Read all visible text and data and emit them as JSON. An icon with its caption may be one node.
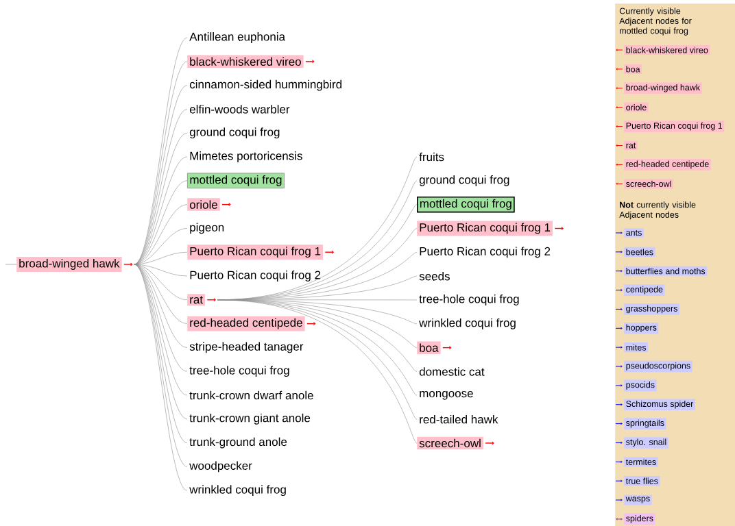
{
  "diagram": {
    "nodes": [
      {
        "text": [
          "broad-winged hawk"
        ]
      },
      {
        "text": [
          "Antillean euphonia"
        ]
      },
      {
        "text": [
          "black-whiskered vireo"
        ]
      },
      {
        "text": [
          "cinnamon-sided hummingbird"
        ]
      },
      {
        "text": [
          "elfin-woods warbler"
        ]
      },
      {
        "text": [
          "ground coqui frog"
        ]
      },
      {
        "text": [
          "Mimetes portoricensis"
        ]
      },
      {
        "text": [
          "mottled coqui frog"
        ]
      },
      {
        "text": [
          "oriole"
        ]
      },
      {
        "text": [
          "pigeon"
        ]
      },
      {
        "text": [
          "Puerto Rican coqui frog 1"
        ]
      },
      {
        "text": [
          "Puerto Rican coqui frog 2"
        ]
      },
      {
        "text": [
          "rat"
        ]
      },
      {
        "text": [
          "red-headed centipede"
        ]
      },
      {
        "text": [
          "stripe-headed tanager"
        ]
      },
      {
        "text": [
          "tree-hole coqui frog"
        ]
      },
      {
        "text": [
          "trunk-crown dwarf anole"
        ]
      },
      {
        "text": [
          "trunk-crown giant anole"
        ]
      },
      {
        "text": [
          "trunk-ground anole"
        ]
      },
      {
        "text": [
          "woodpecker"
        ]
      },
      {
        "text": [
          "wrinkled coqui frog"
        ]
      },
      {
        "text": [
          "fruits"
        ]
      },
      {
        "text": [
          "ground coqui frog"
        ]
      },
      {
        "text": [
          "mottled coqui frog"
        ]
      },
      {
        "text": [
          "Puerto Rican coqui frog 1"
        ]
      },
      {
        "text": [
          "Puerto Rican coqui frog 2"
        ]
      },
      {
        "text": [
          "seeds"
        ]
      },
      {
        "text": [
          "tree-hole coqui frog"
        ]
      },
      {
        "text": [
          "wrinkled coqui frog"
        ]
      },
      {
        "text": [
          "boa"
        ]
      },
      {
        "text": [
          "domestic cat"
        ]
      },
      {
        "text": [
          "mongoose"
        ]
      },
      {
        "text": [
          "red-tailed hawk"
        ]
      },
      {
        "text": [
          "screech-owl"
        ]
      },
      {
        "text": [
          "Currently visible Adjacent nodes for mottled coqui frog",
          "**Not** currently visible Adjacent nodes"
        ]
      },
      {
        "text": [
          "black-whiskered vireo"
        ],
        "in": 34
      },
      {
        "text": [
          "boa"
        ],
        "in": 34
      },
      {
        "text": [
          "broad-winged hawk"
        ],
        "in": 34
      },
      {
        "text": [
          "oriole"
        ],
        "in": 34
      },
      {
        "text": [
          "Puerto Rican coqui frog 1"
        ],
        "in": 34
      },
      {
        "text": [
          "rat"
        ],
        "in": 34
      },
      {
        "text": [
          "red-headed centipede"
        ],
        "in": 34
      },
      {
        "text": [
          "screech-owl"
        ],
        "in": 34
      },
      {
        "text": [
          "ants"
        ],
        "in": 34
      },
      {
        "text": [
          "beetles"
        ],
        "in": 34
      },
      {
        "text": [
          "butterflies and moths"
        ],
        "in": 34
      },
      {
        "text": [
          "centipede"
        ],
        "in": 34
      },
      {
        "text": [
          "grasshoppers"
        ],
        "in": 34
      },
      {
        "text": [
          "hoppers"
        ],
        "in": 34
      },
      {
        "text": [
          "mites"
        ],
        "in": 34
      },
      {
        "text": [
          "pseudoscorpions"
        ],
        "in": 34
      },
      {
        "text": [
          "psocids"
        ],
        "in": 34
      },
      {
        "text": [
          "Schizomus spider"
        ],
        "in": 34
      },
      {
        "text": [
          "springtails"
        ],
        "in": 34
      },
      {
        "text": [
          "stylo. snail"
        ],
        "in": 34
      },
      {
        "text": [
          "termites"
        ],
        "in": 34
      },
      {
        "text": [
          "true flies"
        ],
        "in": 34
      },
      {
        "text": [
          "wasps"
        ],
        "in": 34
      },
      {
        "text": [
          "spiders"
        ],
        "in": 34
      }
    ],
    "edges": [
      {
        "from": null,
        "to": 0,
        "arrow": "none"
      },
      {
        "from": 0,
        "to": 1,
        "arrow": "none"
      },
      {
        "from": 0,
        "to": 2,
        "arrow": "none"
      },
      {
        "from": 0,
        "to": 3,
        "arrow": "none"
      },
      {
        "from": 0,
        "to": 4,
        "arrow": "none"
      },
      {
        "from": 0,
        "to": 5,
        "arrow": "none"
      },
      {
        "from": 0,
        "to": 6,
        "arrow": "none"
      },
      {
        "from": 0,
        "to": 7,
        "arrow": "none"
      },
      {
        "from": 0,
        "to": 8,
        "arrow": "none"
      },
      {
        "from": 0,
        "to": 9,
        "arrow": "none"
      },
      {
        "from": 0,
        "to": 10,
        "arrow": "none"
      },
      {
        "from": 0,
        "to": 11,
        "arrow": "none"
      },
      {
        "from": 0,
        "to": 12,
        "arrow": "none"
      },
      {
        "from": 0,
        "to": 13,
        "arrow": "none"
      },
      {
        "from": 0,
        "to": 14,
        "arrow": "none"
      },
      {
        "from": 0,
        "to": 15,
        "arrow": "none"
      },
      {
        "from": 0,
        "to": 16,
        "arrow": "none"
      },
      {
        "from": 0,
        "to": 17,
        "arrow": "none"
      },
      {
        "from": 0,
        "to": 18,
        "arrow": "none"
      },
      {
        "from": 0,
        "to": 19,
        "arrow": "none"
      },
      {
        "from": 0,
        "to": 20,
        "arrow": "none"
      },
      {
        "from": 12,
        "to": 21,
        "arrow": "none"
      },
      {
        "from": 12,
        "to": 22,
        "arrow": "none"
      },
      {
        "from": 12,
        "to": 23,
        "arrow": "none"
      },
      {
        "from": 12,
        "to": 24,
        "arrow": "none"
      },
      {
        "from": 12,
        "to": 25,
        "arrow": "none"
      },
      {
        "from": 12,
        "to": 26,
        "arrow": "none"
      },
      {
        "from": 12,
        "to": 27,
        "arrow": "none"
      },
      {
        "from": 12,
        "to": 28,
        "arrow": "none"
      },
      {
        "from": 12,
        "to": 29,
        "arrow": "none"
      },
      {
        "from": 12,
        "to": 30,
        "arrow": "none"
      },
      {
        "from": 12,
        "to": 31,
        "arrow": "none"
      },
      {
        "from": 12,
        "to": 32,
        "arrow": "none"
      },
      {
        "from": 12,
        "to": 33,
        "arrow": "none"
      }
    ]
  }
}
